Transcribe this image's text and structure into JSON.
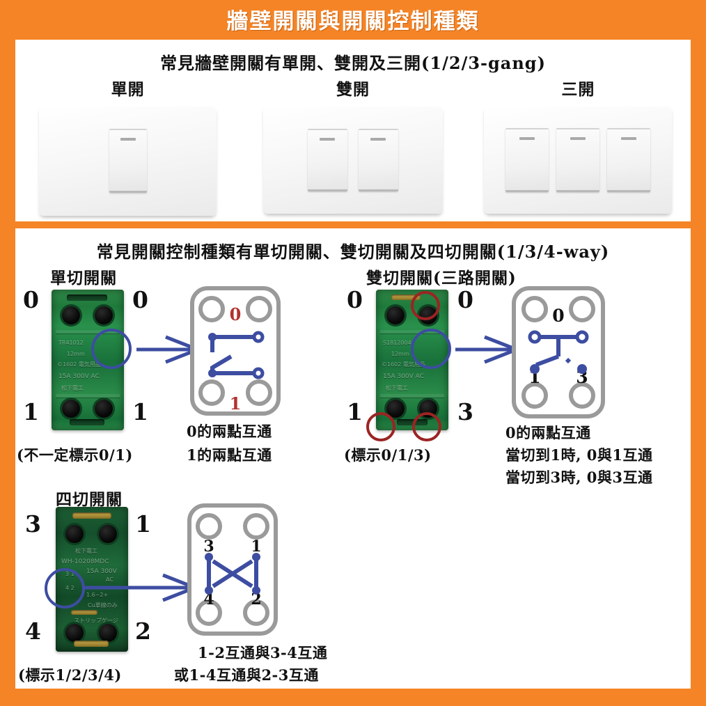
{
  "poster": {
    "title": "牆壁開關與開關控制種類",
    "accent_color": "#F58426",
    "panel_color": "#FFFFFF"
  },
  "section_gang": {
    "heading": "常見牆壁開關有單開、雙開及三開(1/2/3-gang)",
    "items": [
      {
        "label": "單開",
        "gangs": 1,
        "name": "one-gang-switch"
      },
      {
        "label": "雙開",
        "gangs": 2,
        "name": "two-gang-switch"
      },
      {
        "label": "三開",
        "gangs": 3,
        "name": "three-gang-switch"
      }
    ]
  },
  "section_way": {
    "heading": "常見開關控制種類有單切開關、雙切開關及四切開關(1/3/4-way)",
    "one_way": {
      "title": "單切開關",
      "terminal_labels": {
        "top_left": "0",
        "top_right": "0",
        "bottom_left": "1",
        "bottom_right": "1"
      },
      "note": "(不一定標示0/1)",
      "schematic": {
        "top_label": "0",
        "bottom_label": "1",
        "top_label_color": "#b2322e",
        "bottom_label_color": "#b2322e"
      },
      "captions": [
        "0的兩點互通",
        "1的兩點互通"
      ]
    },
    "three_way": {
      "title": "雙切開關(三路開關)",
      "terminal_labels": {
        "top_left": "0",
        "top_right": "0",
        "bottom_left": "1",
        "bottom_right": "3"
      },
      "note": "(標示0/1/3)",
      "schematic": {
        "top_label": "0",
        "bottom_left_label": "1",
        "bottom_right_label": "3",
        "label_color": "#111111"
      },
      "captions": [
        "0的兩點互通",
        "當切到1時, 0與1互通",
        "當切到3時, 0與3互通"
      ]
    },
    "four_way": {
      "title": "四切開關",
      "terminal_labels": {
        "top_left": "3",
        "top_right": "1",
        "bottom_left": "4",
        "bottom_right": "2"
      },
      "note": "(標示1/2/3/4)",
      "schematic": {
        "top_left_label": "3",
        "top_right_label": "1",
        "bottom_left_label": "4",
        "bottom_right_label": "2",
        "label_color": "#111111"
      },
      "captions": [
        "1-2互通與3-4互通",
        "或1-4互通與2-3互通"
      ]
    }
  },
  "colors": {
    "wire_blue": "#3d4da1",
    "frame_gray": "#9a9a9a",
    "annot_blue": "#3d4da1",
    "annot_red": "#9b2423",
    "schem_red": "#b2322e"
  }
}
